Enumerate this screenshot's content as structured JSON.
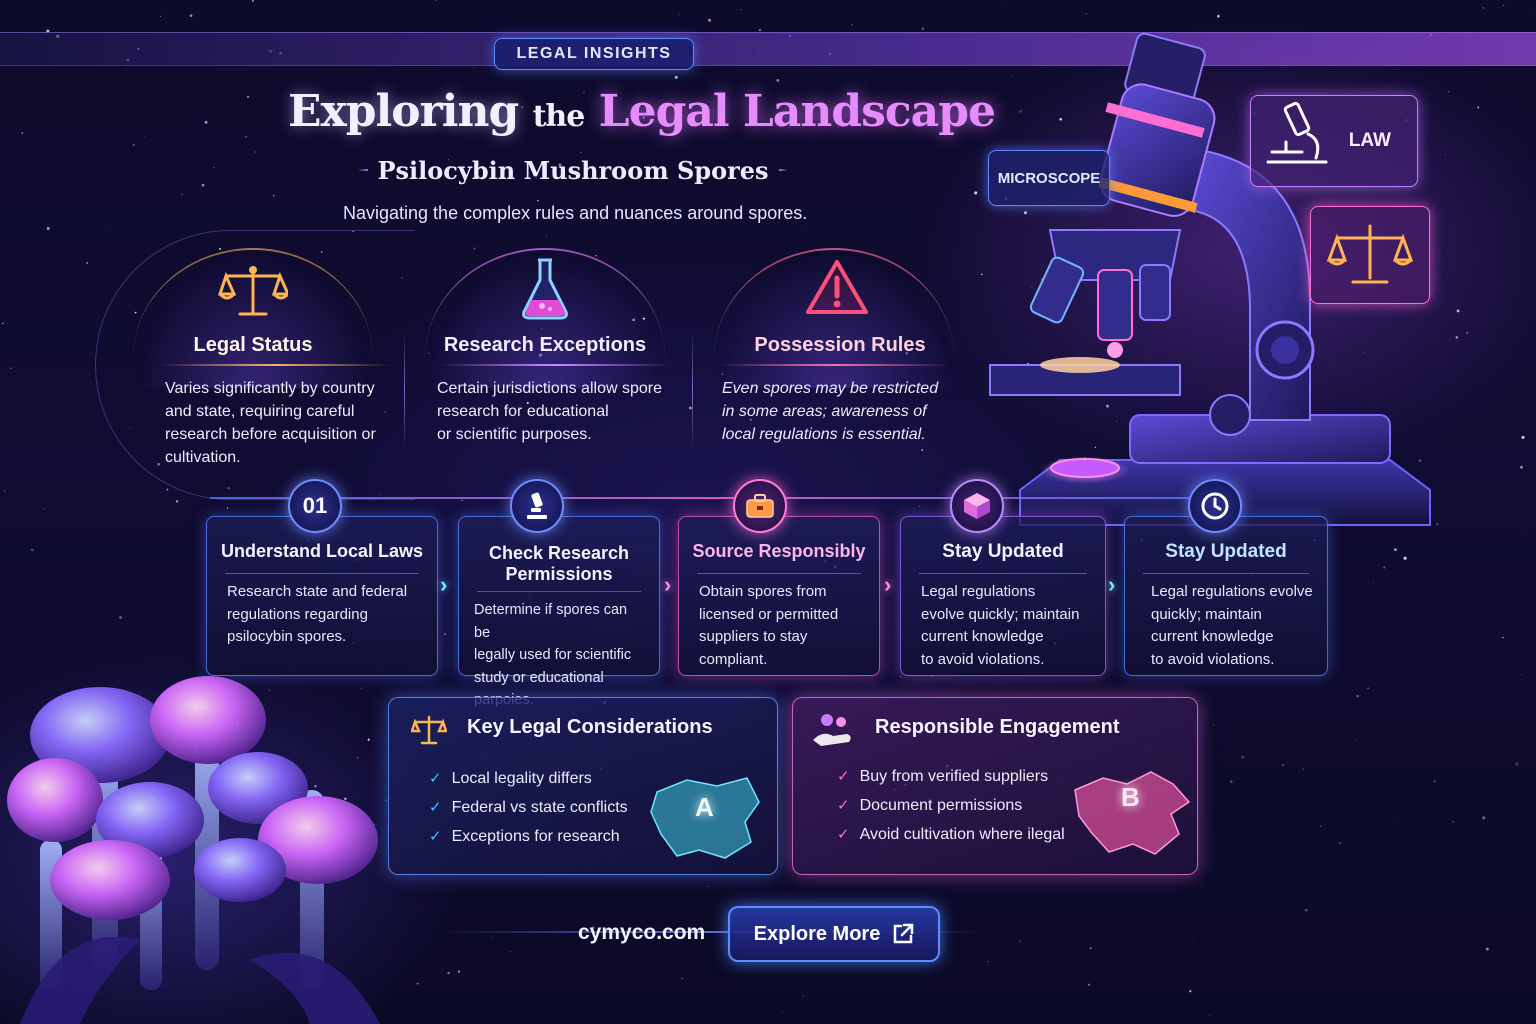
{
  "header": {
    "badge": "LEGAL INSIGHTS",
    "title_part1": "Exploring",
    "title_part2": "the",
    "title_part3": "Legal Landscape",
    "subtitle": "Psilocybin Mushroom Spores",
    "tagline": "Navigating the complex rules and nuances around spores."
  },
  "columns": [
    {
      "title": "Legal Status",
      "icon": "scales-icon",
      "text": [
        "Varies significantly by country",
        "and state, requiring careful",
        "research before acquisition or",
        "cultivation."
      ]
    },
    {
      "title": "Research Exceptions",
      "icon": "flask-icon",
      "text": [
        "Certain jurisdictions allow spore",
        "research for educational",
        "or scientific purposes."
      ]
    },
    {
      "title": "Possession Rules",
      "icon": "warning-icon",
      "text": [
        "Even spores may be restricted",
        "in some areas; awareness of",
        "local regulations is essential."
      ]
    }
  ],
  "steps": [
    {
      "badge": "01",
      "title": "Understand Local Laws",
      "text": [
        "Research state and federal",
        "regulations regarding",
        "psilocybin spores."
      ]
    },
    {
      "title_line1": "Check Research",
      "title_line2": "Permissions",
      "text": [
        "Determine if spores can be",
        "legally used for scientific",
        "study or educational parpoies."
      ]
    },
    {
      "title": "Source Responsibly",
      "text": [
        "Obtain spores from",
        "licensed or permitted",
        "suppliers to stay",
        "compliant."
      ]
    },
    {
      "title": "Stay Updated",
      "text": [
        "Legal regulations",
        "evolve quickly; maintain",
        "current knowledge",
        "to avoid violations."
      ]
    },
    {
      "title": "Stay Updated",
      "text": [
        "Legal regulations evolve",
        "quickly; maintain",
        "current knowledge",
        "to avoid violations."
      ]
    }
  ],
  "panels": {
    "key": {
      "title": "Key Legal Considerations",
      "items": [
        "Local legality differs",
        "Federal vs state conflicts",
        "Exceptions for research"
      ],
      "map_letter": "A"
    },
    "responsible": {
      "title": "Responsible Engagement",
      "items": [
        "Buy from verified suppliers",
        "Document permissions",
        "Avoid cultivation where ilegal"
      ],
      "map_letter": "B"
    }
  },
  "labels": {
    "microscope": "MICROSCOPE",
    "law": "LAW"
  },
  "footer": {
    "site": "cymyco.com",
    "explore_label": "Explore More"
  },
  "colors": {
    "accent_blue": "#5c8cff",
    "accent_pink": "#ff6ed0",
    "accent_purple": "#b98bff",
    "background": "#0d0b2b"
  }
}
